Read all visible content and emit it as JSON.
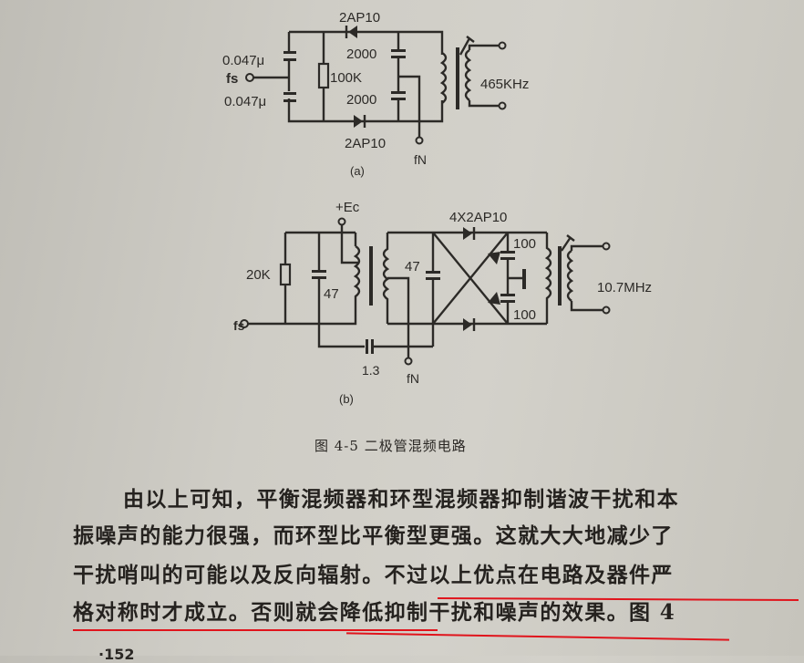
{
  "figure": {
    "a": {
      "diode_top": "2AP10",
      "diode_bottom": "2AP10",
      "cap_left_top": "0.047μ",
      "cap_left_bottom": "0.047μ",
      "input": "fs",
      "resistor": "100K",
      "cap_right_top": "2000",
      "cap_right_bottom": "2000",
      "output_freq": "465KHz",
      "noise_terminal": "fN",
      "sublabel": "(a)"
    },
    "b": {
      "supply": "+Ec",
      "diodes": "4X2AP10",
      "resistor": "20K",
      "cap_in": "47",
      "cap_mid": "47",
      "cap_top": "100",
      "cap_bottom": "100",
      "cap_coupling": "1.3",
      "input": "fs",
      "noise_terminal": "fN",
      "output_freq": "10.7MHz",
      "sublabel": "(b)"
    },
    "caption": "图 4-5  二极管混频电路"
  },
  "body": {
    "lines": [
      "由以上可知，平衡混频器和环型混频器抑制谐波干扰和本",
      "振噪声的能力很强，而环型比平衡型更强。这就大大地减少了",
      "干扰哨叫的可能以及反向辐射。不过以上优点在电路及器件严",
      "格对称时才成立。否则就会降低抑制干扰和噪声的效果。图 4"
    ],
    "page_number": "·152"
  },
  "colors": {
    "underline": "#e0141c",
    "paper": "#cfcdc6",
    "ink": "#2a2724"
  }
}
